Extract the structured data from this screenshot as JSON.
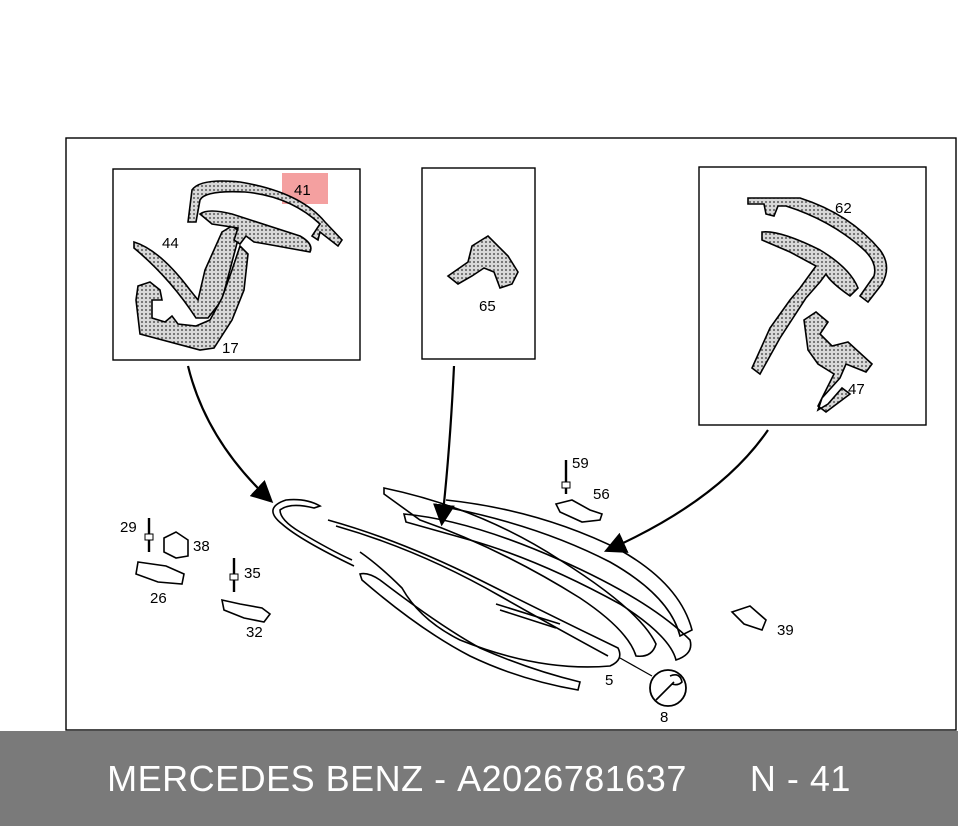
{
  "diagram": {
    "highlight_color": "#f4a0a0",
    "callouts": {
      "p41": "41",
      "p44": "44",
      "p17": "17",
      "p65": "65",
      "p62": "62",
      "p47": "47",
      "p59": "59",
      "p56": "56",
      "p29": "29",
      "p38": "38",
      "p26": "26",
      "p35": "35",
      "p32": "32",
      "p39": "39",
      "p5": "5",
      "p8": "8"
    }
  },
  "footer": {
    "brand": "MERCEDES BENZ",
    "separator": " - ",
    "part_number": "A2026781637",
    "gap": "      ",
    "ref": "N - 41"
  },
  "colors": {
    "footer_bg": "#7a7a7a",
    "footer_text": "#ffffff"
  }
}
